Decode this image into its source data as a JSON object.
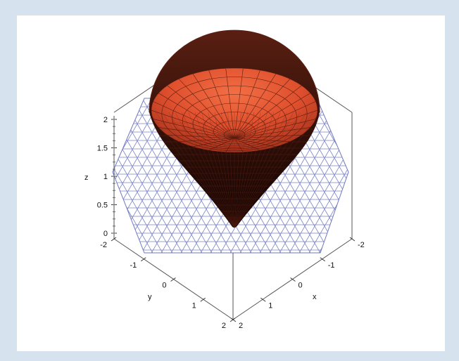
{
  "chart_data": {
    "type": "surface3d",
    "title": "",
    "surfaces": [
      {
        "kind": "cone",
        "equation": "z = sqrt(x^2 + y^2)",
        "z_range": [
          0,
          2
        ],
        "color": "#e0502e",
        "style": "patch"
      },
      {
        "kind": "plane",
        "equation": "z = 0",
        "color": "#6f77c0",
        "style": "wireframe",
        "shape": "hexagon"
      }
    ],
    "axes": {
      "x": {
        "label": "x",
        "range": [
          -2,
          2
        ],
        "ticks": [
          "-2",
          "-1",
          "0",
          "1",
          "2"
        ]
      },
      "y": {
        "label": "y",
        "range": [
          -2,
          2
        ],
        "ticks": [
          "-2",
          "-1",
          "0",
          "1",
          "2"
        ]
      },
      "z": {
        "label": "z",
        "range": [
          0,
          2
        ],
        "ticks": [
          "0",
          "0.5",
          "1",
          "1.5",
          "2"
        ]
      }
    },
    "box": true,
    "grid": false,
    "legend": "none"
  }
}
